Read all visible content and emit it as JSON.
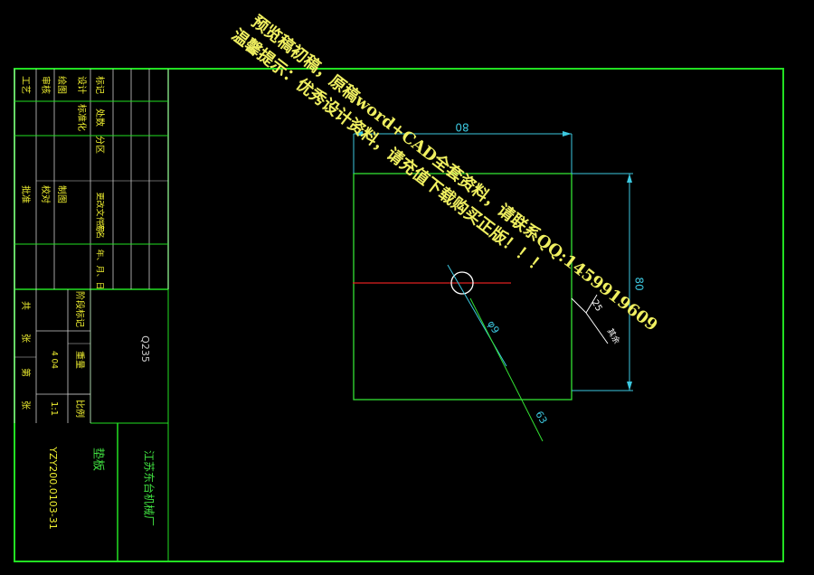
{
  "colors": {
    "background": "#000000",
    "frame": "#22e022",
    "part": "#33e033",
    "dimension": "#3cc8e0",
    "table_text": "#f0f030",
    "table_text_green": "#40e040",
    "centerline": "#e02020",
    "white": "#ffffff",
    "watermark": "#f0f060"
  },
  "drawing": {
    "dim_width": "80",
    "dim_height": "80",
    "dim_hole": "φ9",
    "dim_angle": "63",
    "roughness_value": "25",
    "roughness_note": "其余"
  },
  "title_block": {
    "revision": {
      "col_mark": "标记",
      "col_count": "处数",
      "col_zone": "分区",
      "col_docno": "更改文件号",
      "col_sign": "签名",
      "col_date": "年、月、日"
    },
    "roles": {
      "design": "设计",
      "standard": "标准化",
      "draw": "绘图",
      "check": "审核",
      "process": "工艺",
      "approve": "批准",
      "draw2": "制图",
      "proof": "校对",
      "stage_mark": "阶段标记",
      "weight": "重量",
      "scale": "比例",
      "scale_value": "1:1",
      "sheets_total": "共",
      "sheet_index": "第",
      "sheets_unit_a": "张",
      "sheets_unit_b": "张",
      "quantity": "4 04"
    },
    "material": "Q235",
    "part_name": "垫板",
    "company": "江苏东台机械厂",
    "drawing_no": "YZY200.0103-31"
  },
  "watermark": {
    "line1": "预览稿初稿，原稿word+CAD全套资料，请联系QQ:1459919609",
    "line2": "温馨提示：优秀设计资料，请充值下载购买正版！！！"
  }
}
